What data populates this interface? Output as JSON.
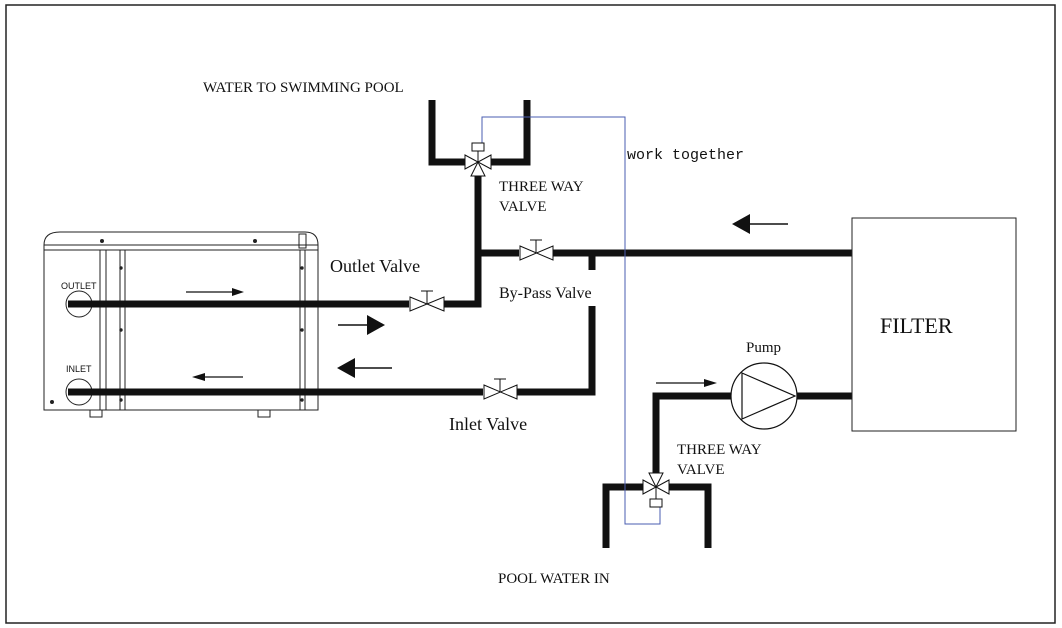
{
  "colors": {
    "pipe": "#111111",
    "control_line": "#4a5db0",
    "frame": "#222222",
    "background": "#ffffff"
  },
  "labels": {
    "water_to_pool": "WATER TO SWIMMING POOL",
    "work_together": "work together",
    "three_way_valve_top_line1": "THREE WAY",
    "three_way_valve_top_line2": "VALVE",
    "outlet_valve": "Outlet Valve",
    "bypass_valve": "By-Pass Valve",
    "inlet_valve": "Inlet Valve",
    "filter": "FILTER",
    "pump": "Pump",
    "three_way_valve_bottom_line1": "THREE WAY",
    "three_way_valve_bottom_line2": "VALVE",
    "pool_water_in": "POOL WATER IN"
  },
  "heat_pump": {
    "outlet_label": "OUTLET",
    "inlet_label": "INLET"
  },
  "icons": {
    "valve": "gate-valve-icon",
    "three_way_valve": "three-way-valve-icon",
    "pump": "pump-icon",
    "arrow": "flow-arrow-icon"
  }
}
